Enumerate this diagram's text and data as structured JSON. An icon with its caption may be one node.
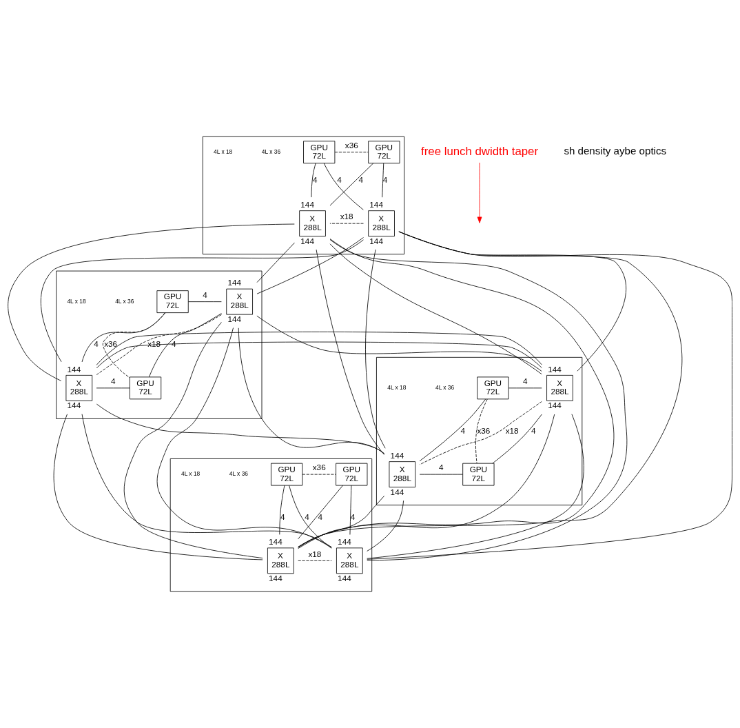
{
  "diagram": {
    "nodes": [
      {
        "text": [],
        "shape": "box"
      },
      {
        "text": [
          "GPU",
          "72L"
        ],
        "in": 0
      },
      {
        "text": [
          "GPU",
          "72L"
        ],
        "in": 0
      },
      {
        "text": [
          "X",
          "288L"
        ],
        "in": 0,
        "beside": [
          "144",
          "144"
        ]
      },
      {
        "text": [
          "X",
          "288L"
        ],
        "in": 0,
        "beside": [
          "144",
          "144"
        ]
      },
      {
        "text": [],
        "shape": "box"
      },
      {
        "text": [
          "GPU",
          "72L"
        ],
        "in": 5
      },
      {
        "text": [
          "X",
          "288L"
        ],
        "in": 5,
        "beside": [
          "144",
          "144"
        ]
      },
      {
        "text": [
          "GPU",
          "72L"
        ],
        "in": 5
      },
      {
        "text": [
          "X",
          "288L"
        ],
        "in": 5,
        "beside": [
          "144",
          "144"
        ]
      },
      {
        "text": [],
        "shape": "box"
      },
      {
        "text": [
          "X",
          "288L"
        ],
        "in": 10,
        "beside": [
          "144",
          "144"
        ]
      },
      {
        "text": [
          "GPU",
          "72L"
        ],
        "in": 10
      },
      {
        "text": [
          "X",
          "288L"
        ],
        "in": 10,
        "beside": [
          "144",
          "144"
        ]
      },
      {
        "text": [
          "GPU",
          "72L"
        ],
        "in": 10
      },
      {
        "text": [],
        "shape": "box"
      },
      {
        "text": [
          "X",
          "288L"
        ],
        "in": 15,
        "beside": [
          "144",
          "144"
        ]
      },
      {
        "text": [
          "X",
          "288L"
        ],
        "in": 15,
        "beside": [
          "144",
          "144"
        ]
      },
      {
        "text": [
          "GPU",
          "72L"
        ],
        "in": 15
      },
      {
        "text": [
          "GPU",
          "72L"
        ],
        "in": 15
      },
      {
        "text": [
          "free lunch dwidth taper"
        ]
      }
    ],
    "edges": [
      {
        "from": 1,
        "to": 2,
        "arrow": "none",
        "label": "x36",
        "style": "dashed"
      },
      {
        "from": 3,
        "to": 4,
        "arrow": "none",
        "label": "x18",
        "style": "dashed"
      },
      {
        "from": 1,
        "to": 3,
        "arrow": "none",
        "label": "4"
      },
      {
        "from": 1,
        "to": 4,
        "arrow": "none",
        "label": "4"
      },
      {
        "from": 2,
        "to": 3,
        "arrow": "none",
        "label": "4"
      },
      {
        "from": 2,
        "to": 4,
        "arrow": "none",
        "label": "4"
      },
      {
        "from": 6,
        "to": 8,
        "arrow": "none",
        "label": "x36",
        "style": "dashed"
      },
      {
        "from": 7,
        "to": 9,
        "arrow": "none",
        "label": "x18",
        "style": "dashed"
      },
      {
        "from": 6,
        "to": 7,
        "arrow": "none",
        "label": "4"
      },
      {
        "from": 6,
        "to": 9,
        "arrow": "none",
        "label": "4"
      },
      {
        "from": 8,
        "to": 7,
        "arrow": "none",
        "label": "4"
      },
      {
        "from": 8,
        "to": 9,
        "arrow": "none",
        "label": "4"
      },
      {
        "from": 12,
        "to": 14,
        "arrow": "none",
        "label": "x36",
        "style": "dashed"
      },
      {
        "from": 11,
        "to": 13,
        "arrow": "none",
        "label": "x18",
        "style": "dashed"
      },
      {
        "from": 12,
        "to": 11,
        "arrow": "none",
        "label": "4"
      },
      {
        "from": 12,
        "to": 13,
        "arrow": "none",
        "label": "4"
      },
      {
        "from": 14,
        "to": 11,
        "arrow": "none",
        "label": "4"
      },
      {
        "from": 14,
        "to": 13,
        "arrow": "none",
        "label": "4"
      },
      {
        "from": 18,
        "to": 19,
        "arrow": "none",
        "label": "x36",
        "style": "dashed"
      },
      {
        "from": 16,
        "to": 17,
        "arrow": "none",
        "label": "x18",
        "style": "dashed"
      },
      {
        "from": 18,
        "to": 16,
        "arrow": "none",
        "label": "4"
      },
      {
        "from": 18,
        "to": 17,
        "arrow": "none",
        "label": "4"
      },
      {
        "from": 19,
        "to": 16,
        "arrow": "none",
        "label": "4"
      },
      {
        "from": 19,
        "to": 17,
        "arrow": "none",
        "label": "4"
      },
      {
        "from": 3,
        "to": 7,
        "arrow": "none"
      },
      {
        "from": 3,
        "to": 9,
        "arrow": "none"
      },
      {
        "from": 3,
        "to": 11,
        "arrow": "none"
      },
      {
        "from": 3,
        "to": 13,
        "arrow": "none"
      },
      {
        "from": 3,
        "to": 16,
        "arrow": "none"
      },
      {
        "from": 3,
        "to": 17,
        "arrow": "none"
      },
      {
        "from": 4,
        "to": 7,
        "arrow": "none"
      },
      {
        "from": 4,
        "to": 9,
        "arrow": "none"
      },
      {
        "from": 4,
        "to": 11,
        "arrow": "none"
      },
      {
        "from": 4,
        "to": 13,
        "arrow": "none"
      },
      {
        "from": 4,
        "to": 16,
        "arrow": "none"
      },
      {
        "from": 4,
        "to": 17,
        "arrow": "none"
      },
      {
        "from": 7,
        "to": 11,
        "arrow": "none"
      },
      {
        "from": 7,
        "to": 13,
        "arrow": "none"
      },
      {
        "from": 7,
        "to": 16,
        "arrow": "none"
      },
      {
        "from": 7,
        "to": 17,
        "arrow": "none"
      },
      {
        "from": 9,
        "to": 11,
        "arrow": "none"
      },
      {
        "from": 9,
        "to": 13,
        "arrow": "none"
      },
      {
        "from": 9,
        "to": 16,
        "arrow": "none"
      },
      {
        "from": 9,
        "to": 17,
        "arrow": "none"
      },
      {
        "from": 11,
        "to": 16,
        "arrow": "none"
      },
      {
        "from": 11,
        "to": 17,
        "arrow": "none"
      },
      {
        "from": 13,
        "to": 16,
        "arrow": "none"
      },
      {
        "from": 13,
        "to": 17,
        "arrow": "none"
      },
      {
        "from": 20,
        "to": null,
        "arrow": "to",
        "color": "#ff0000"
      }
    ],
    "labels": [
      "4L x 36",
      "4L x 18",
      "4L x 36",
      "4L x 18",
      "4L x 36",
      "4L x 18",
      "4L x 36",
      "4L x 18",
      "sh density aybe optics"
    ]
  }
}
